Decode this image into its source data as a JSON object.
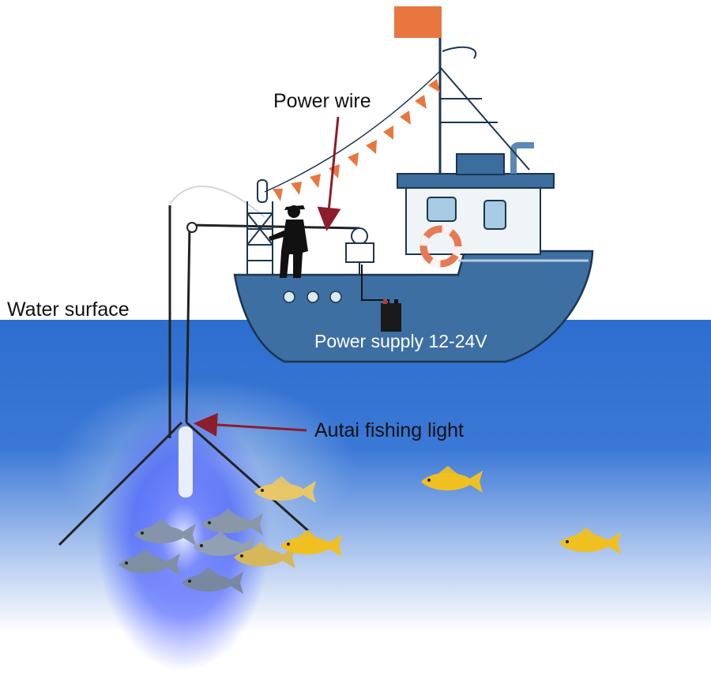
{
  "labels": {
    "power_wire": "Power wire",
    "water_surface": "Water surface",
    "power_supply": "Power supply 12-24V",
    "fishing_light": "Autai fishing light"
  },
  "colors": {
    "water_top": "#2f6fd0",
    "water_bottom": "#ffffff",
    "hull": "#3d6fa3",
    "cabin": "#eef4f8",
    "roof": "#3b6d9d",
    "flag": "#e8773f",
    "arrow": "#8c1d2a",
    "light_glow": "#3a55ff",
    "fish_yellow": "#f0c020",
    "fish_grey": "#7f8fa3"
  },
  "icons": [
    "fisherman-figure",
    "fishing-boat",
    "fish",
    "battery-icon",
    "life-ring",
    "pennant-flags"
  ]
}
